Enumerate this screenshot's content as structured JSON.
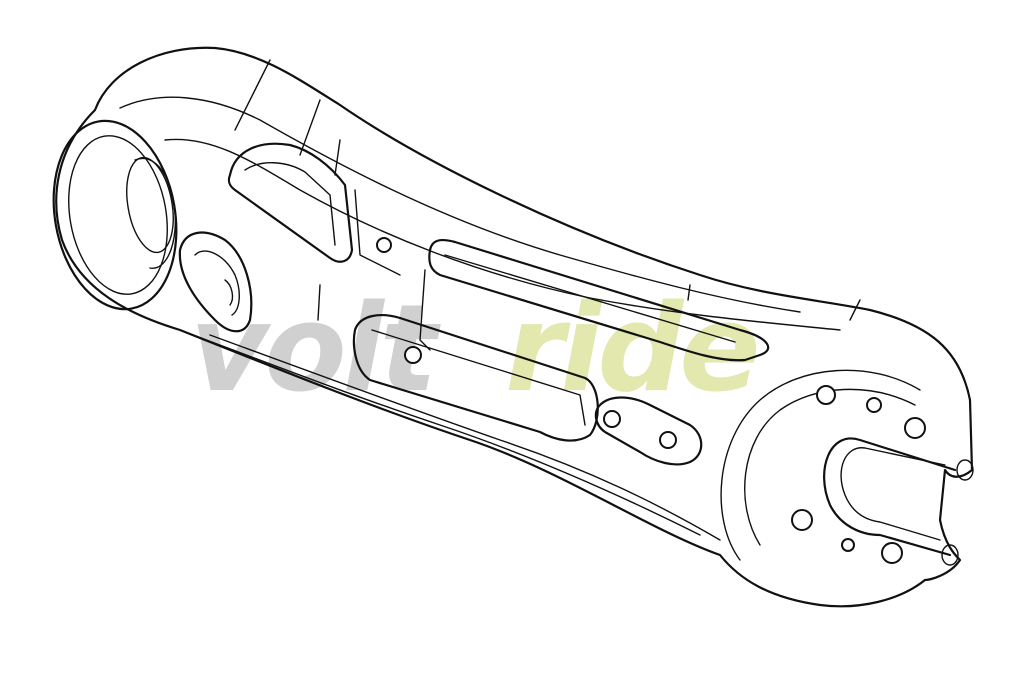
{
  "watermark": {
    "part1": "volt",
    "part2": "ride",
    "color1": "#c8c8c8",
    "color2": "#dde5a0"
  },
  "drawing": {
    "subject": "swing-arm-part",
    "line_color": "#111111",
    "background": "#ffffff"
  }
}
